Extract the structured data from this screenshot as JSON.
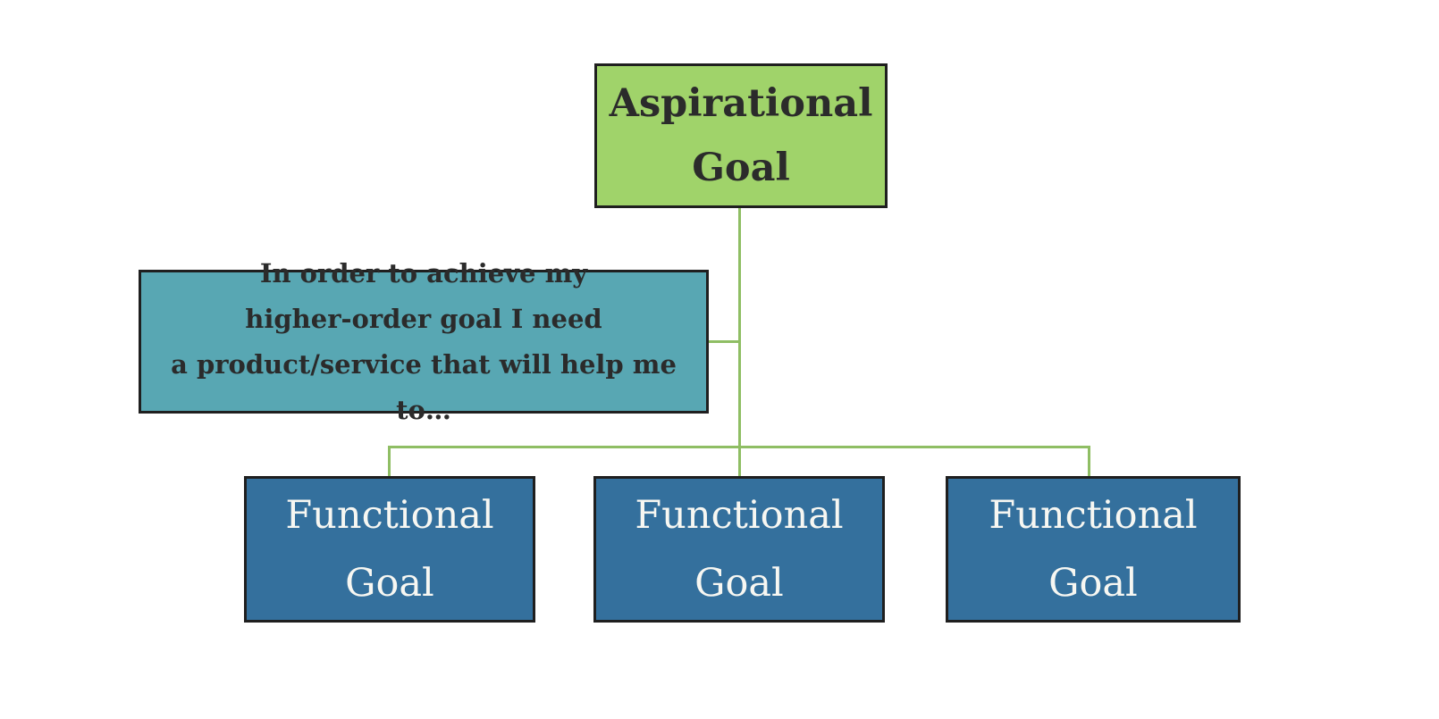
{
  "colors": {
    "background": "#ffffff",
    "border_color": "#1f1f1f",
    "connector_color": "#8fbe64",
    "aspirational_fill": "#a0d36a",
    "annotation_fill": "#58a7b3",
    "functional_fill": "#34709d",
    "dark_text": "#2b2b2b",
    "light_text": "#f7f7f2"
  },
  "nodes": {
    "aspirational": {
      "line1": "Aspirational",
      "line2": "Goal"
    },
    "annotation": {
      "line1": "In order to achieve my",
      "line2": "higher-order goal I need",
      "line3": "a product/service that will help me to…"
    },
    "functional": [
      {
        "line1": "Functional",
        "line2": "Goal"
      },
      {
        "line1": "Functional",
        "line2": "Goal"
      },
      {
        "line1": "Functional",
        "line2": "Goal"
      }
    ]
  }
}
